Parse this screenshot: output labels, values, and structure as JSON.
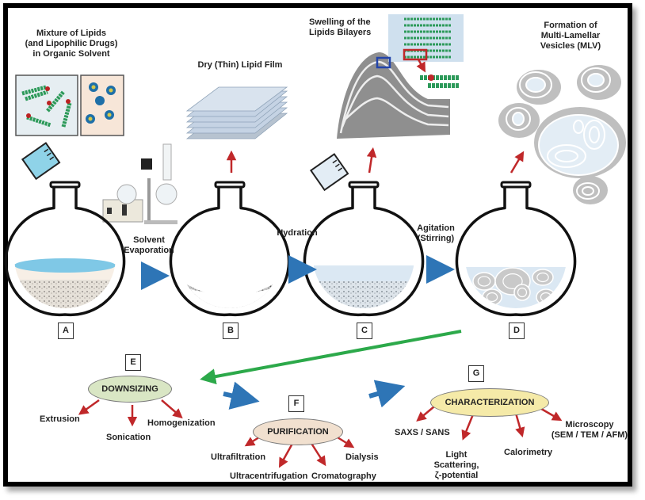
{
  "titles": {
    "mixture": [
      "Mixture of Lipids",
      "(and Lipophilic Drugs)",
      "in Organic Solvent"
    ],
    "dry_film": "Dry (Thin) Lipid Film",
    "swelling": [
      "Swelling of the",
      "Lipids Bilayers"
    ],
    "mlv": [
      "Formation of",
      "Multi-Lamellar",
      "Vesicles (MLV)"
    ]
  },
  "steps": {
    "solvent_evaporation": [
      "Solvent",
      "Evaporation"
    ],
    "hydration": "Hydration",
    "agitation": [
      "Agitation",
      "(Stirring)"
    ]
  },
  "flask_labels": [
    "A",
    "B",
    "C",
    "D"
  ],
  "stages": {
    "E": {
      "label": "E",
      "name": "DOWNSIZING",
      "color": "#d9e6c4",
      "methods": [
        "Extrusion",
        "Sonication",
        "Homogenization"
      ]
    },
    "F": {
      "label": "F",
      "name": "PURIFICATION",
      "color": "#f1e0cf",
      "methods": [
        "Ultrafiltration",
        "Ultracentrifugation",
        "Cromatography",
        "Dialysis"
      ]
    },
    "G": {
      "label": "G",
      "name": "CHARACTERIZATION",
      "color": "#f5eaa8",
      "methods": [
        "SAXS / SANS",
        "Light Scattering,",
        "ζ-potential",
        "Calorimetry",
        "Microscopy",
        "(SEM / TEM / AFM)"
      ]
    }
  },
  "colors": {
    "arrow_blue": "#2e75b6",
    "arrow_red": "#c0282a",
    "arrow_green": "#2ca94a",
    "solvent_blue": "#7fc8e6",
    "water_blue": "#dbe8f3",
    "frame": "#000000"
  }
}
